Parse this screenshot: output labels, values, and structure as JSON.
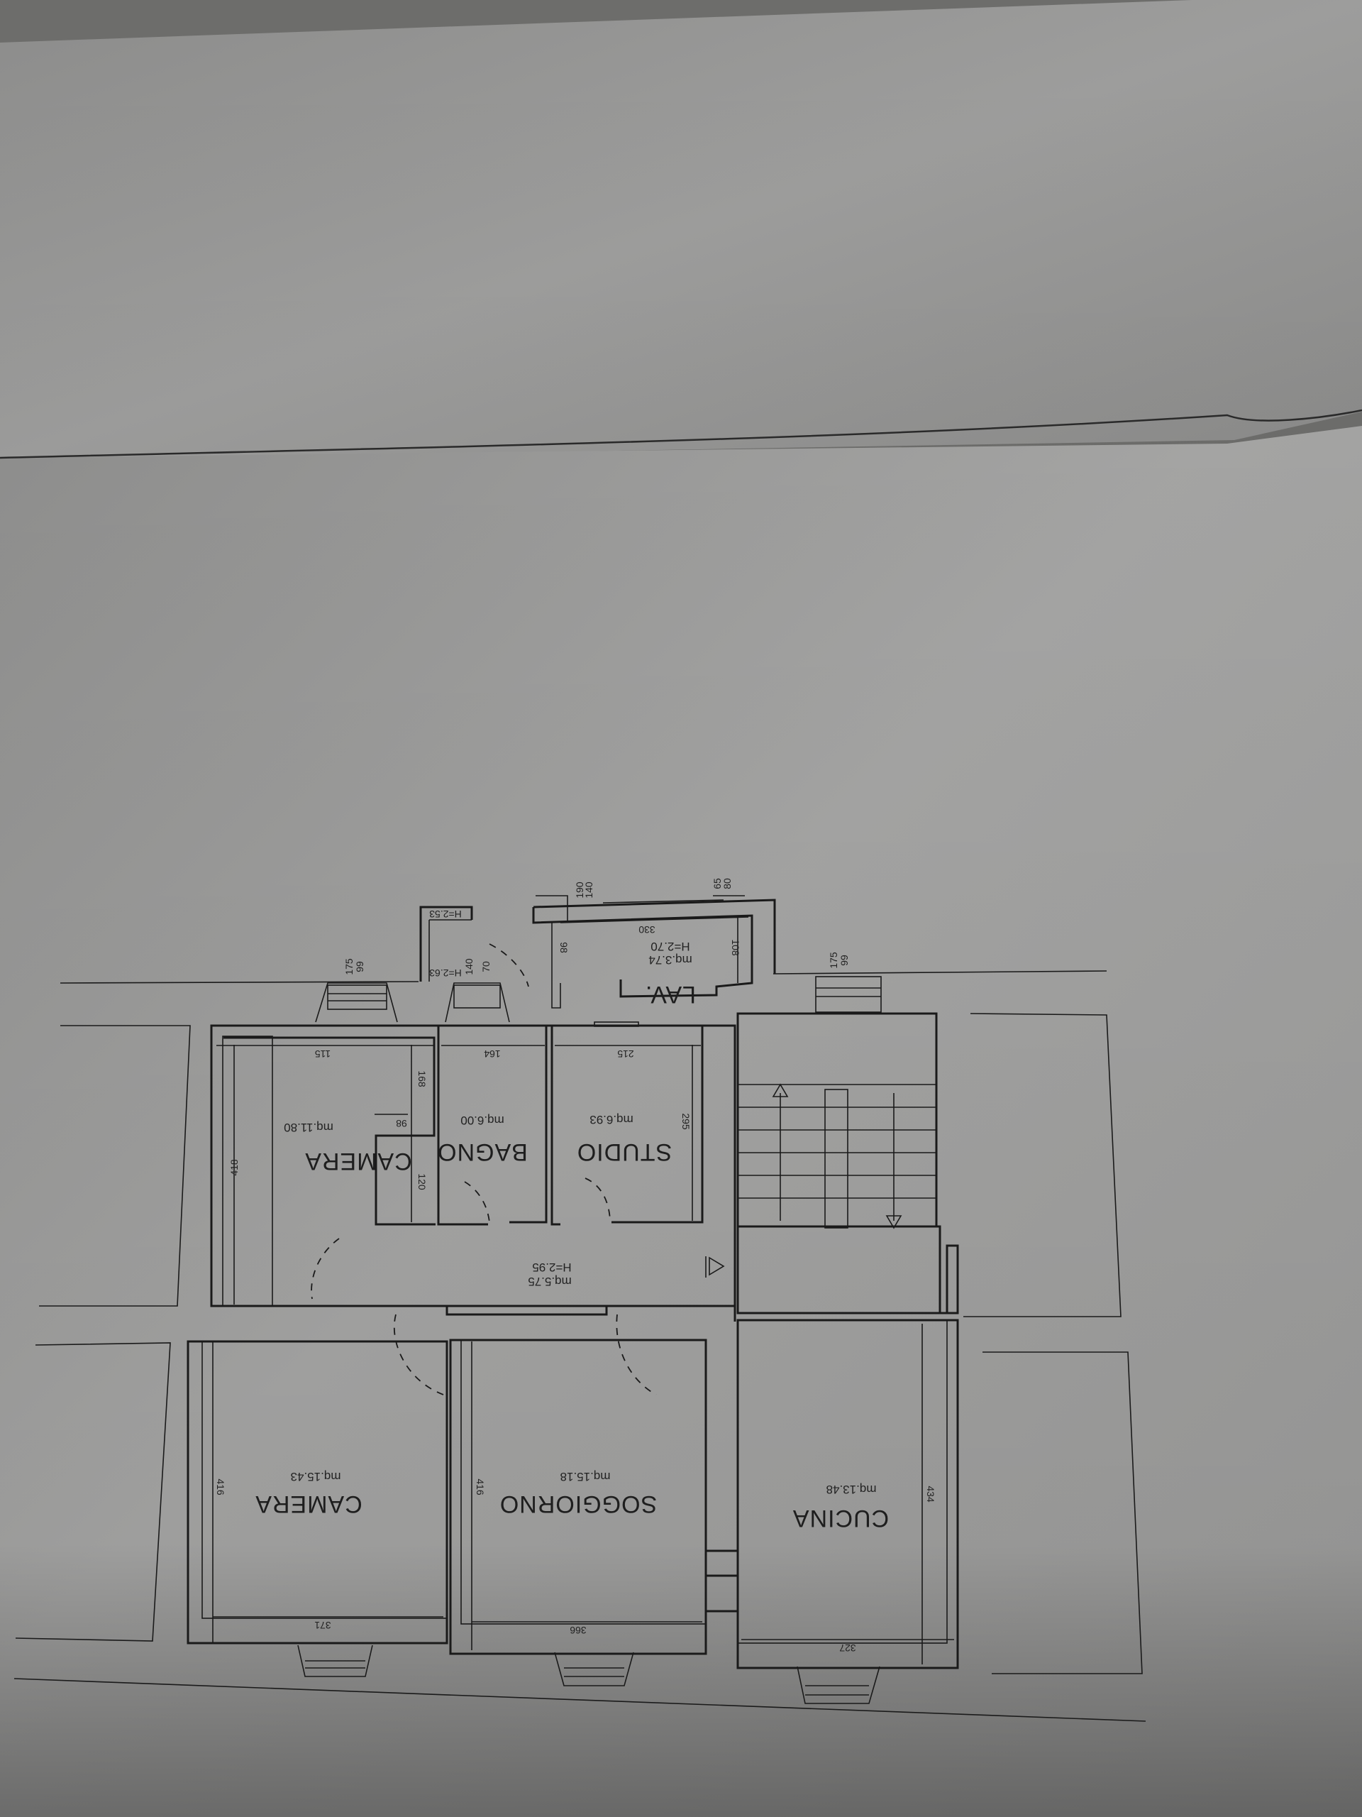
{
  "plan": {
    "rooms": [
      {
        "name": "CAMERA",
        "area": "mq.11.80"
      },
      {
        "name": "BAGNO",
        "area": "mq.6.00"
      },
      {
        "name": "STUDIO",
        "area": "mq.6.93"
      },
      {
        "name": "CAMERA",
        "area": "mq.15.43"
      },
      {
        "name": "SOGGIORNO",
        "area": "mq.15.18"
      },
      {
        "name": "CUCINA",
        "area": "mq.13.48"
      },
      {
        "name": "LAV.",
        "area": "mq.3.74",
        "height": "H=2.70"
      }
    ],
    "corridor": {
      "area": "mq.5.75",
      "height": "H=2.95"
    },
    "balcony_heights": [
      "H=2.53",
      "H=2.63"
    ],
    "dimensions": {
      "camera_top_width": "115",
      "camera_top_depth": "418",
      "camera_top_small": "168",
      "camera_top_small2": "98",
      "camera_top_small3": "120",
      "bagno_width": "164",
      "studio_width": "215",
      "studio_depth": "295",
      "lav_width": "330",
      "lav_depth": "108",
      "lav_door": "98",
      "camera_bottom_depth": "416",
      "camera_bottom_width": "371",
      "soggiorno_depth": "416",
      "soggiorno_width": "366",
      "cucina_depth": "434",
      "cucina_width": "327",
      "win_a": "175",
      "win_b": "99",
      "win_c": "140",
      "win_d": "70",
      "win_e": "140",
      "win_f": "190",
      "win_g": "80",
      "win_h": "65",
      "win_i": "175",
      "win_j": "99"
    }
  }
}
